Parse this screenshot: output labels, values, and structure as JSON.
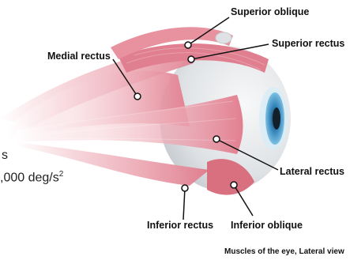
{
  "labels": {
    "superior_oblique": "Superior oblique",
    "superior_rectus": "Superior rectus",
    "medial_rectus": "Medial rectus",
    "lateral_rectus": "Lateral rectus",
    "inferior_rectus": "Inferior rectus",
    "inferior_oblique": "Inferior oblique"
  },
  "caption": "Muscles of the eye, Lateral view",
  "overlay": {
    "line1": "s",
    "line2_base": ",000 deg/s",
    "line2_sup": "2"
  },
  "colors": {
    "muscle": "#e07f8f",
    "muscle_light": "#f3c2ca",
    "sclera": "#e6e8ea",
    "iris": "#3a8fc4",
    "pupil": "#1b2a3a",
    "leader": "#111111"
  }
}
